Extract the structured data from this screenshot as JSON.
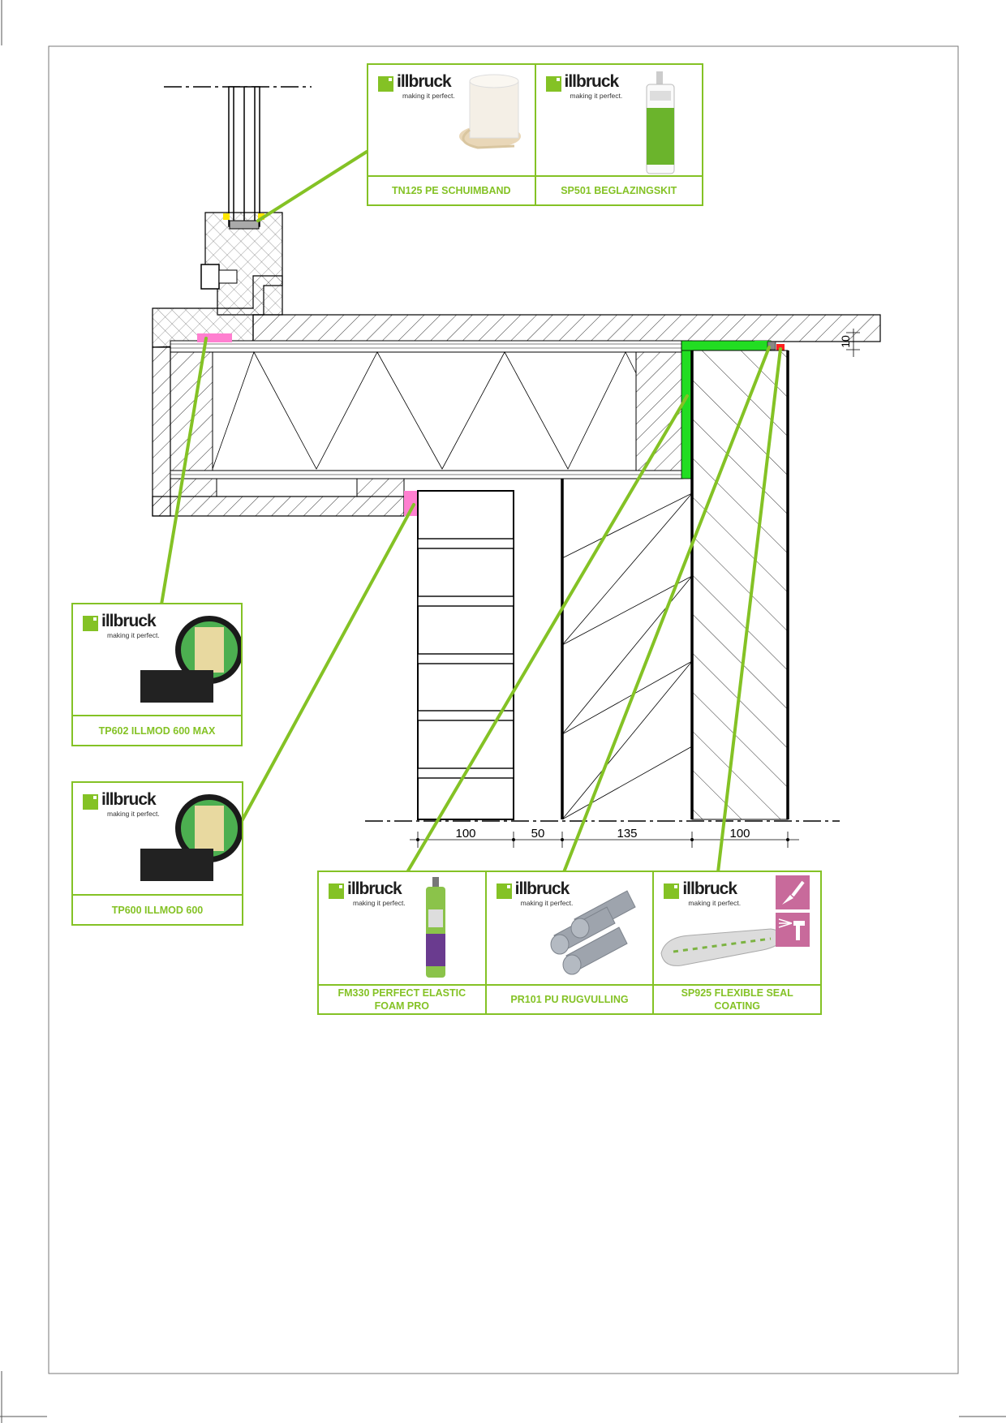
{
  "brand": {
    "name": "illbruck",
    "tagline": "making it perfect.",
    "color": "#84c225",
    "seal_color": "#22dd22",
    "tape_color": "#ff7fd0",
    "icon_tile_color": "#c86a9b"
  },
  "dimensions": {
    "top": "10",
    "bottom": [
      "100",
      "50",
      "135",
      "100"
    ]
  },
  "products": [
    {
      "id": "tn125",
      "label": "TN125 PE SCHUIMBAND",
      "icon": "foam-band-roll-icon"
    },
    {
      "id": "sp501",
      "label": "SP501 BEGLAZINGSKIT",
      "icon": "glazing-sealant-cartridge-icon"
    },
    {
      "id": "tp602",
      "label": "TP602 ILLMOD 600 MAX",
      "icon": "expanding-tape-roll-icon"
    },
    {
      "id": "tp600",
      "label": "TP600 ILLMOD 600",
      "icon": "expanding-tape-roll-icon"
    },
    {
      "id": "fm330",
      "label": "FM330 PERFECT ELASTIC FOAM PRO",
      "icon": "foam-can-icon"
    },
    {
      "id": "pr101",
      "label": "PR101 PU RUGVULLING",
      "icon": "backer-rod-icon"
    },
    {
      "id": "sp925",
      "label": "SP925 FLEXIBLE SEAL COATING",
      "icon": "sealant-sausage-icon"
    }
  ]
}
